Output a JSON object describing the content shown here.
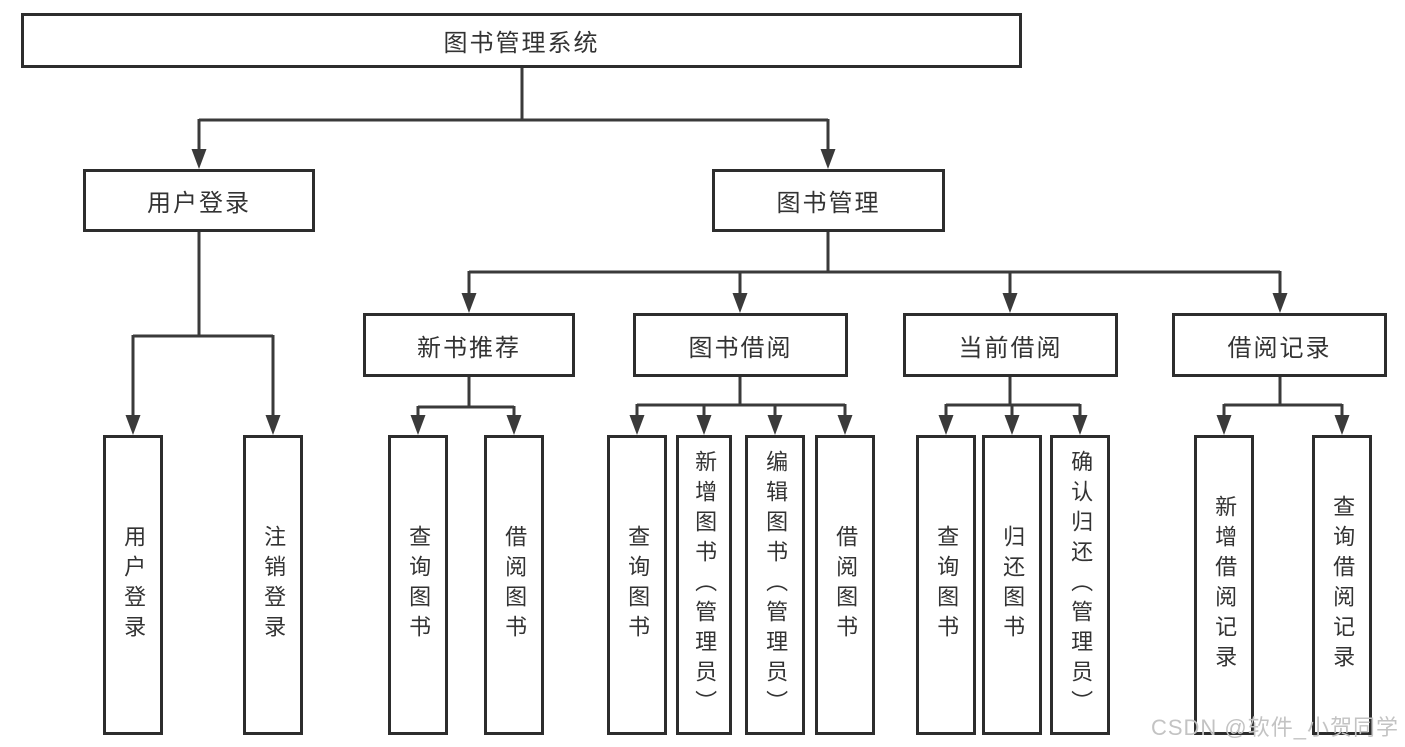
{
  "tree": {
    "root": "图书管理系统",
    "children": [
      {
        "label": "用户登录",
        "children": [
          "用户登录",
          "注销登录"
        ]
      },
      {
        "label": "图书管理",
        "children": [
          {
            "label": "新书推荐",
            "children": [
              "查询图书",
              "借阅图书"
            ]
          },
          {
            "label": "图书借阅",
            "children": [
              "查询图书",
              "新增图书（管理员）",
              "编辑图书（管理员）",
              "借阅图书"
            ]
          },
          {
            "label": "当前借阅",
            "children": [
              "查询图书",
              "归还图书",
              "确认归还（管理员）"
            ]
          },
          {
            "label": "借阅记录",
            "children": [
              "新增借阅记录",
              "查询借阅记录"
            ]
          }
        ]
      }
    ]
  },
  "watermark": "CSDN @软件_小贺同学",
  "colors": {
    "line": "#3a3a3a",
    "border": "#2d2d2d",
    "text": "#333333",
    "watermark": "#c3c3c3",
    "background": "#ffffff"
  }
}
